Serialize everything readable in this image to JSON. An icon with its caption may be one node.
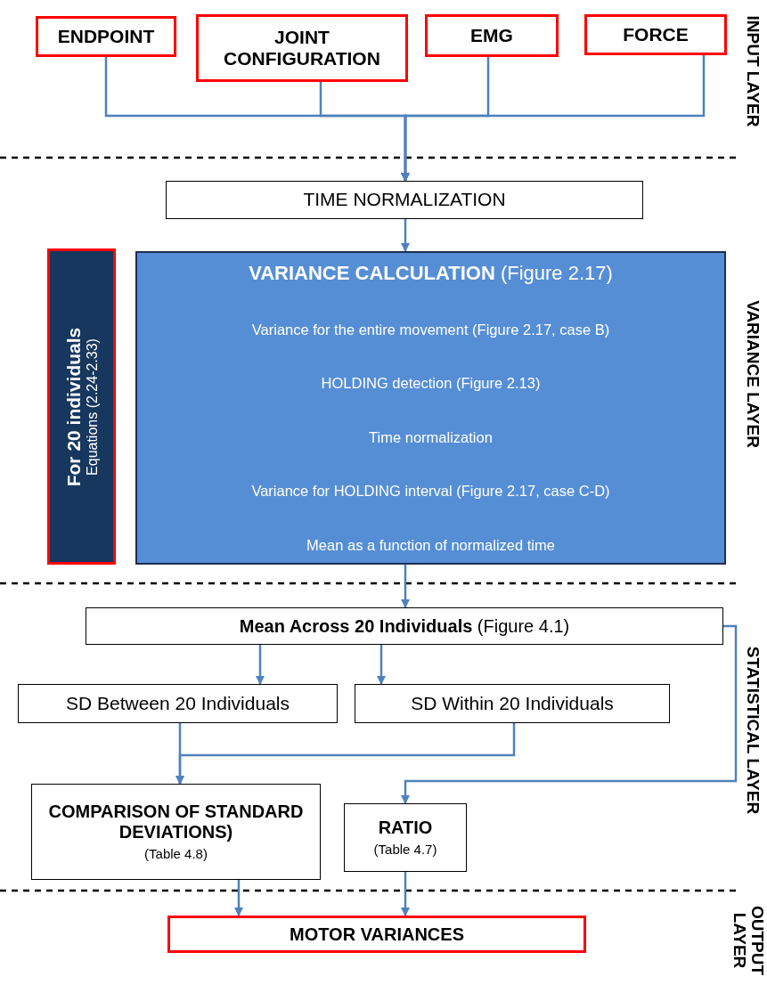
{
  "diagram": {
    "nodes": [
      {
        "text": [
          "ENDPOINT"
        ]
      },
      {
        "text": [
          "JOINT CONFIGURATION"
        ]
      },
      {
        "text": [
          "EMG"
        ]
      },
      {
        "text": [
          "FORCE"
        ]
      },
      {
        "text": [
          "TIME NORMALIZATION"
        ]
      },
      {
        "text": [
          "**VARIANCE CALCULATION** (Figure 2.17)",
          "Variance for the entire movement (Figure 2.17, case B)",
          "HOLDING detection (Figure 2.13)",
          "Time normalization",
          "Variance for HOLDING interval (Figure 2.17, case C-D)",
          "Mean as a function of normalized time"
        ]
      },
      {
        "text": [
          "For 20 individuals",
          "Equations (2.24-2.33)"
        ]
      },
      {
        "text": [
          "**Mean Across 20 Individuals** (Figure 4.1)"
        ]
      },
      {
        "text": [
          "SD Between 20 Individuals"
        ]
      },
      {
        "text": [
          "SD Within 20 Individuals"
        ]
      },
      {
        "text": [
          "COMPARISON OF STANDARD DEVIATIONS)",
          "(Table 4.8)"
        ]
      },
      {
        "text": [
          "RATIO",
          "(Table 4.7)"
        ]
      },
      {
        "text": [
          "MOTOR VARIANCES"
        ]
      }
    ],
    "edges": [
      {
        "from": 0,
        "to": 4,
        "arrow": "to"
      },
      {
        "from": 1,
        "to": 4,
        "arrow": "to"
      },
      {
        "from": 2,
        "to": 4,
        "arrow": "to"
      },
      {
        "from": 3,
        "to": 4,
        "arrow": "to"
      },
      {
        "from": 4,
        "to": 5,
        "arrow": "to"
      },
      {
        "from": 5,
        "to": 7,
        "arrow": "to"
      },
      {
        "from": 7,
        "to": 8,
        "arrow": "to"
      },
      {
        "from": 7,
        "to": 9,
        "arrow": "to"
      },
      {
        "from": 7,
        "to": 11,
        "arrow": "to"
      },
      {
        "from": 8,
        "to": 10,
        "arrow": "to"
      },
      {
        "from": 9,
        "to": 10,
        "arrow": "to"
      },
      {
        "from": 10,
        "to": 12,
        "arrow": "to"
      },
      {
        "from": 11,
        "to": 12,
        "arrow": "to"
      }
    ],
    "labels": [
      "INPUT LAYER",
      "VARIANCE LAYER",
      "STATISTICAL LAYER",
      "OUTPUT LAYER"
    ]
  }
}
